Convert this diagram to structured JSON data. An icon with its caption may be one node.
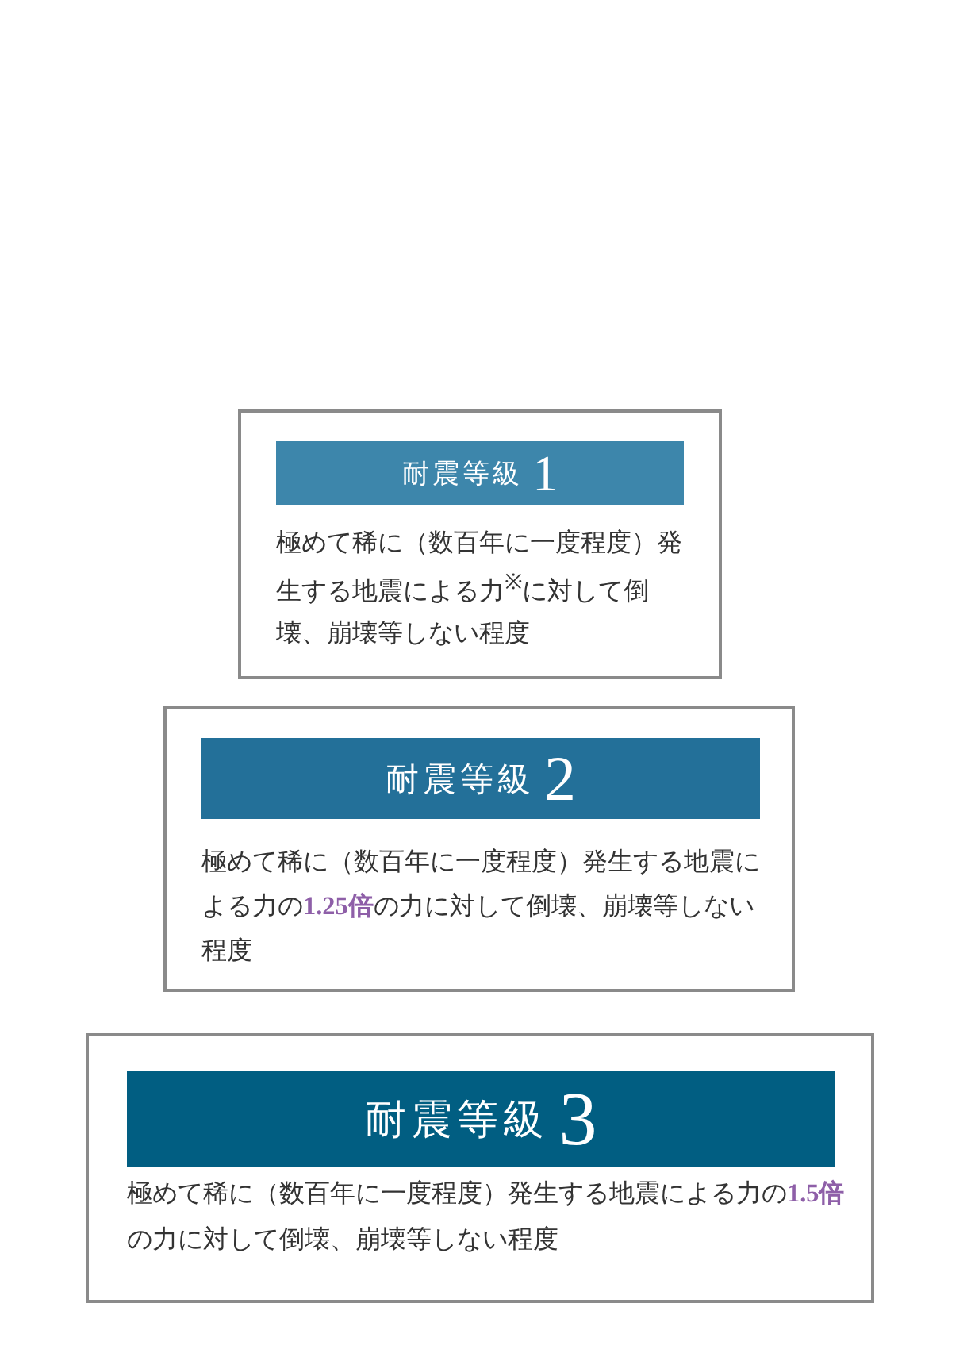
{
  "diagram": {
    "nodes": [
      {
        "text": [
          "極めて稀に（数百年に一度程度）発生する地震による力$^{※}$に対して倒壊、崩壊等しない程度"
        ]
      },
      {
        "text": [
          "耐震等級",
          "1"
        ],
        "in": 0
      },
      {
        "text": [
          "極めて稀に（数百年に一度程度）発生する地震による力の**1.25倍**の力に対して倒壊、崩壊等しない程度"
        ]
      },
      {
        "text": [
          "耐震等級",
          "2"
        ],
        "in": 2
      },
      {
        "text": [
          "極めて稀に（数百年に一度程度）発生する地震による力の**1.5倍**の力に対して倒壊、崩壊等しない程度"
        ]
      },
      {
        "text": [
          "耐震等級",
          "3"
        ],
        "in": 4
      }
    ]
  }
}
